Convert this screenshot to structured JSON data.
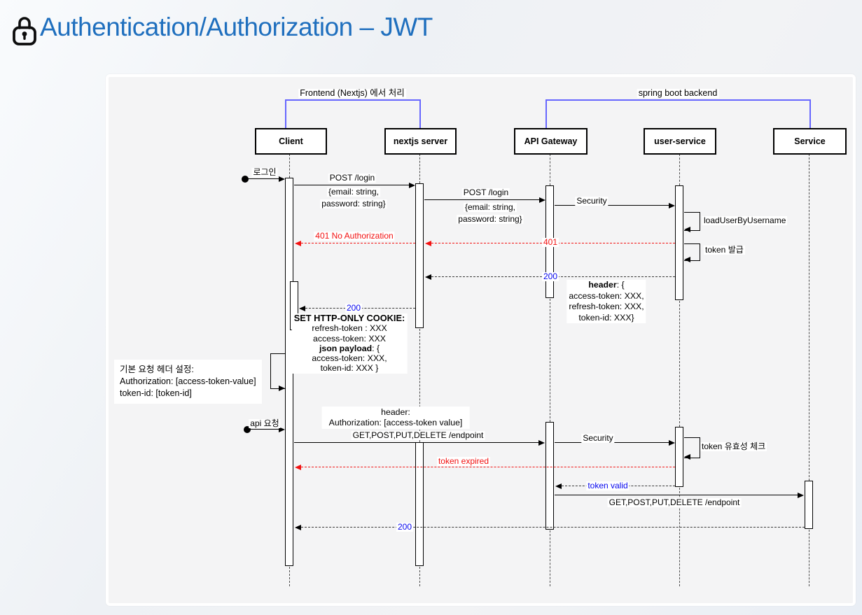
{
  "header": {
    "title": "Authentication/Authorization – JWT"
  },
  "colors": {
    "title_blue": "#1f6fbe",
    "bracket_blue": "#6666ff",
    "error_red": "#f21111",
    "status_blue": "#0404ee",
    "card_bg": "#f4f4f5"
  },
  "diagram": {
    "groups": {
      "frontend": "Frontend (Nextjs) 에서 처리",
      "backend": "spring boot backend"
    },
    "participants": [
      "Client",
      "nextjs server",
      "API Gateway",
      "user-service",
      "Service"
    ],
    "messages": {
      "login_trigger": "로그인",
      "post_login1": "POST /login",
      "post_login1_body1": "{email: string,",
      "post_login1_body2": "password: string}",
      "post_login2": "POST /login",
      "post_login2_body1": "{email: string,",
      "post_login2_body2": "password: string}",
      "security1": "Security",
      "load_user": "loadUserByUsername",
      "r401_full": "401 No Authorization",
      "r401": "401",
      "token_issue": "token 발급",
      "r200_to_next": "200",
      "r200_to_client": "200",
      "api_trigger": "api 요청",
      "get_endpoint1": "GET,POST,PUT,DELETE /endpoint",
      "security2": "Security",
      "token_check": "token 유효성 체크",
      "token_expired": "token expired",
      "token_valid": "token valid",
      "get_endpoint2": "GET,POST,PUT,DELETE /endpoint",
      "r200_final": "200"
    },
    "notes": {
      "token_header": {
        "bold": "header",
        "rest": ": {",
        "l1": "access-token: XXX,",
        "l2": "refresh-token: XXX,",
        "l3": "token-id: XXX}"
      },
      "cookie": {
        "title": "SET HTTP-ONLY COOKIE:",
        "l1": "refresh-token : XXX",
        "l2": "access-token: XXX",
        "json_bold": "json payload",
        "json_rest": ": {",
        "l3": "access-token: XXX,",
        "l4": "token-id: XXX }"
      },
      "default_header": {
        "l1": "기본 요청 헤더 설정:",
        "l2": "Authorization:  [access-token-value]",
        "l3": "token-id: [token-id]"
      },
      "request_header": {
        "l1": "header:",
        "l2": "Authorization: [access-token value]"
      }
    }
  }
}
